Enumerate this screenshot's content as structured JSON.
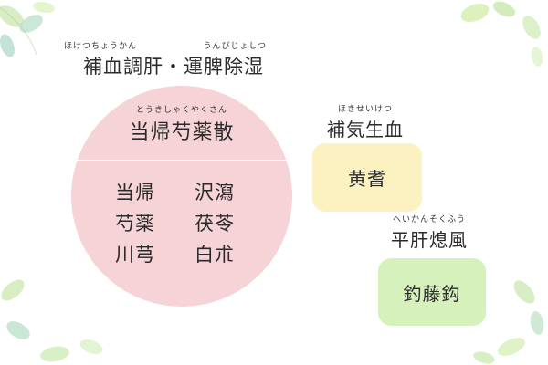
{
  "title": {
    "reading_left": "ほけつちょうかん",
    "reading_right": "うんぴじょしつ",
    "text": "補血調肝・運脾除湿"
  },
  "formula": {
    "reading": "とうきしゃくやくさん",
    "name": "当帰芍薬散",
    "herbs": [
      "当帰",
      "沢瀉",
      "芍薬",
      "茯苓",
      "川芎",
      "白朮"
    ]
  },
  "qi_group": {
    "reading": "ほきせいけつ",
    "label": "補気生血",
    "herb": "黄耆"
  },
  "wind_group": {
    "reading": "へいかんそくふう",
    "label": "平肝熄風",
    "herb": "釣藤鈎"
  },
  "colors": {
    "circle": "#f5d3d6",
    "qi_box": "#fbf1c1",
    "wind_box": "#d7f1bd",
    "leaf": "#bfe3a6"
  }
}
